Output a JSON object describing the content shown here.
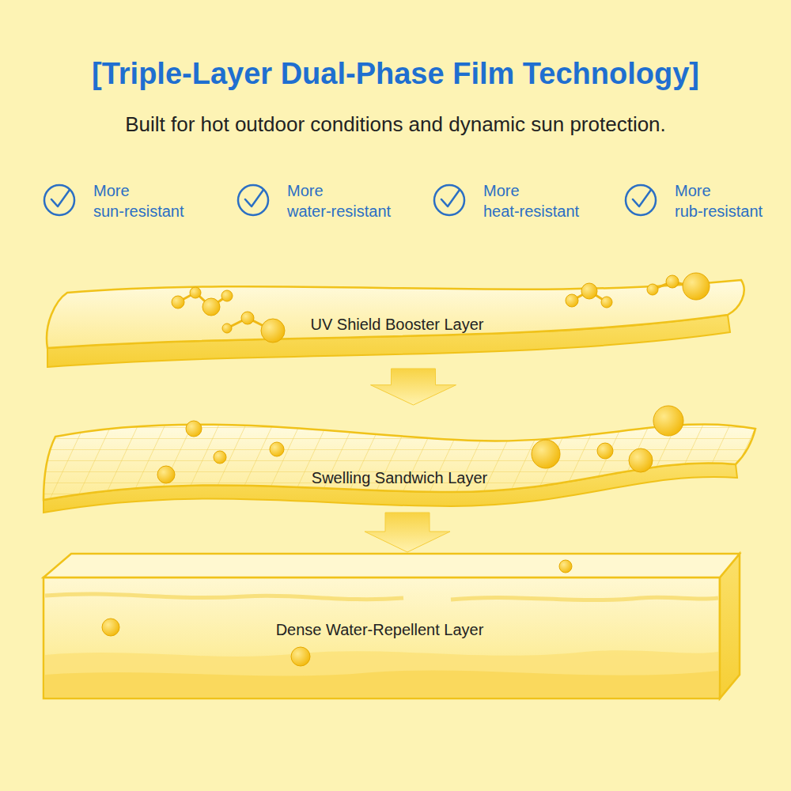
{
  "diagram": {
    "title": "[Triple-Layer Dual-Phase Film Technology]",
    "caption": "Built for hot outdoor conditions and dynamic sun protection.",
    "nodes": [
      {
        "text": [
          "UV Shield Booster Layer"
        ]
      },
      {
        "text": [
          "Swelling Sandwich Layer"
        ]
      },
      {
        "text": [
          "Dense Water-Repellent Layer"
        ]
      }
    ],
    "edges": [
      {
        "from": 0,
        "to": 1,
        "arrow": "to"
      },
      {
        "from": 1,
        "to": 2,
        "arrow": "to"
      }
    ],
    "labels": [
      "More sun-resistant",
      "More water-resistant",
      "More heat-resistant",
      "More rub-resistant"
    ]
  }
}
